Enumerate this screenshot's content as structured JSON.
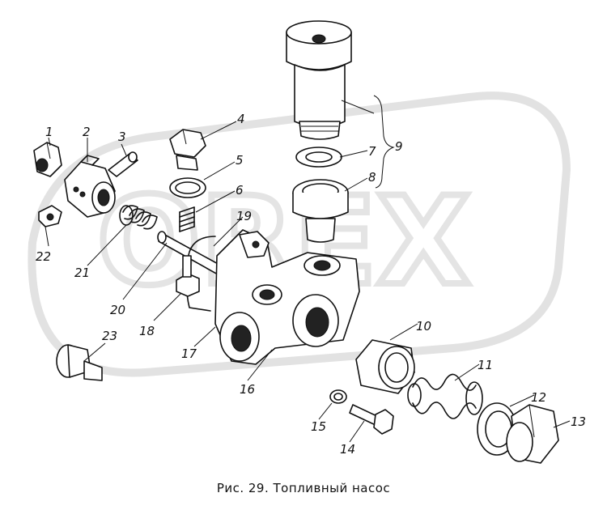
{
  "caption": "Рис. 29. Топливный насос",
  "watermark": "OREX",
  "labels": {
    "l1": "1",
    "l2": "2",
    "l3": "3",
    "l4": "4",
    "l5": "5",
    "l6": "6",
    "l7": "7",
    "l8": "8",
    "l9": "9",
    "l10": "10",
    "l11": "11",
    "l12": "12",
    "l13": "13",
    "l14": "14",
    "l15": "15",
    "l16": "16",
    "l17": "17",
    "l18": "18",
    "l19": "19",
    "l20": "20",
    "l21": "21",
    "l22": "22",
    "l23": "23"
  },
  "colors": {
    "ink": "#111111",
    "watermark": "#e2e2e2",
    "background": "#ffffff"
  }
}
